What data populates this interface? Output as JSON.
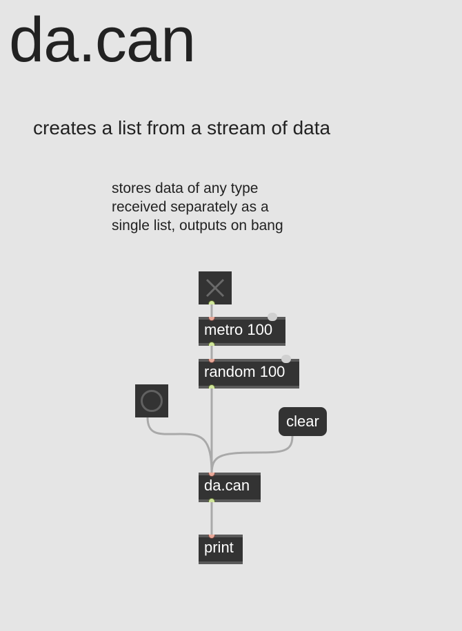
{
  "patcher": {
    "title": "da.can",
    "subtitle": "creates a list from a stream of data",
    "comment_lines": [
      "stores data of any type",
      "received separately as a",
      "single list, outputs on bang"
    ]
  },
  "objects": {
    "metro": "metro 100",
    "random": "random 100",
    "dacan": "da.can",
    "print": "print",
    "clear": "clear"
  },
  "icons": {
    "toggle": "toggle-x-icon",
    "bang": "bang-circle-icon"
  },
  "colors": {
    "background": "#e5e5e5",
    "object_fill": "#333333",
    "cord": "#a9a9a9",
    "inlet": "#e8a898",
    "outlet": "#cfe59a"
  }
}
